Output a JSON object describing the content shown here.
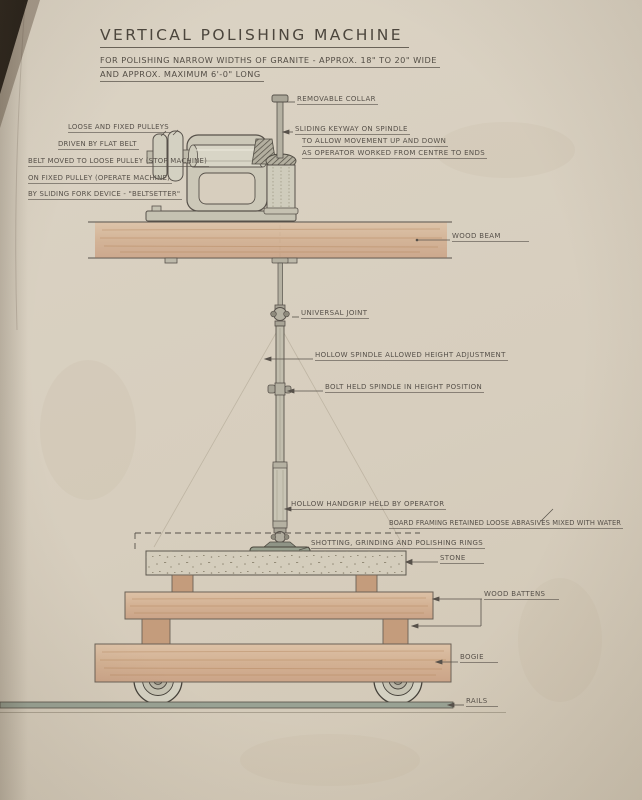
{
  "title_block": {
    "title": "VERTICAL POLISHING MACHINE",
    "subtitle_line1": "FOR POLISHING NARROW WIDTHS OF GRANITE  -  APPROX. 18\" TO 20\" WIDE",
    "subtitle_line2": "AND APPROX. MAXIMUM 6'-0\" LONG"
  },
  "notes_left": {
    "line1": "LOOSE AND FIXED PULLEYS",
    "line2": "DRIVEN BY FLAT BELT",
    "line3": "BELT MOVED TO LOOSE PULLEY (STOP MACHINE)",
    "line4": "ON FIXED PULLEY (OPERATE MACHINE)",
    "line5": "BY SLIDING FORK DEVICE - \"BELTSETTER\""
  },
  "labels": {
    "removable_collar": "REMOVABLE COLLAR",
    "sliding_keyway_1": "SLIDING KEYWAY ON SPINDLE",
    "sliding_keyway_2": "TO ALLOW MOVEMENT UP AND DOWN",
    "sliding_keyway_3": "AS OPERATOR WORKED FROM CENTRE TO ENDS",
    "wood_beam": "WOOD BEAM",
    "universal_joint": "UNIVERSAL JOINT",
    "hollow_spindle": "HOLLOW SPINDLE ALLOWED HEIGHT ADJUSTMENT",
    "bolt_held": "BOLT HELD SPINDLE IN HEIGHT POSITION",
    "hollow_handgrip": "HOLLOW HANDGRIP HELD BY OPERATOR",
    "board_framing": "BOARD FRAMING RETAINED LOOSE ABRASIVES MIXED WITH WATER",
    "shotting": "SHOTTING, GRINDING AND POLISHING RINGS",
    "stone": "STONE",
    "wood_battens": "WOOD BATTENS",
    "bogie": "BOGIE",
    "rails": "RAILS"
  },
  "colors": {
    "paper": "#d7cebe",
    "ink": "#57514a",
    "wood": "#d2ae8f",
    "wood-dark": "#c49c7c",
    "metal": "#cdc9b9",
    "stone": "#d4cdbc",
    "rail": "#99a294",
    "disc": "#99a18f"
  }
}
